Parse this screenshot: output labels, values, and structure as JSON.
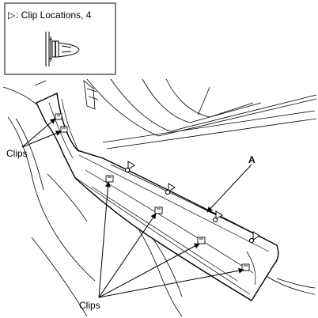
{
  "legend": {
    "symbol": "▷",
    "text": ": Clip Locations, 4"
  },
  "labels": {
    "clips_top": "Clips",
    "clips_bottom": "Clips",
    "part": "A"
  },
  "colors": {
    "line": "#000000",
    "background": "#ffffff"
  }
}
